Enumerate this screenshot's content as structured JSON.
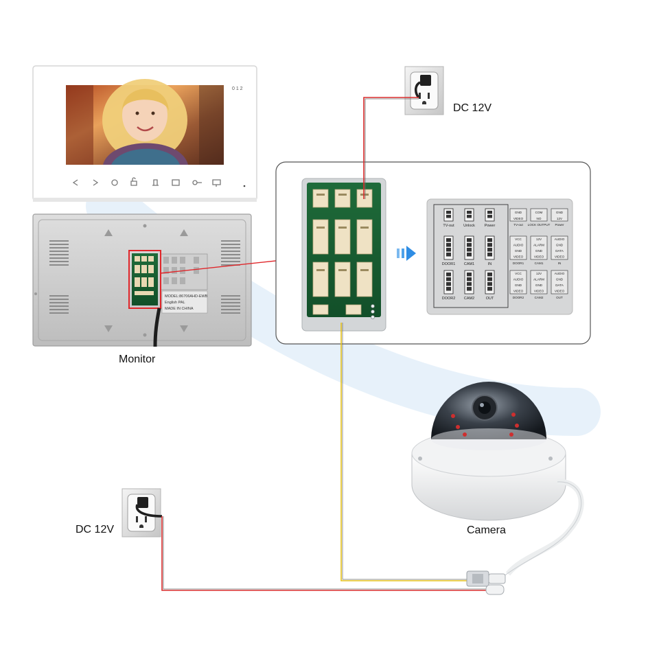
{
  "labels": {
    "monitor": "Monitor",
    "camera": "Camera",
    "power_top": "DC 12V",
    "power_bottom": "DC 12V"
  },
  "monitor_front": {
    "indicator": "0 1 2",
    "buttons": [
      "back-icon",
      "forward-icon",
      "settings-icon",
      "unlock-icon",
      "door-icon",
      "menu-icon",
      "key-icon",
      "monitor-icon"
    ]
  },
  "monitor_back": {
    "sticker_lines": [
      "MODEL:86706AHD-EWB",
      "English PAL",
      "MADE IN CHINA"
    ]
  },
  "connector_legend": {
    "rows": [
      {
        "left": [
          "TV-out",
          "Unlock",
          "Power"
        ],
        "right": [
          [
            "GND",
            "VIDEO"
          ],
          [
            "COM",
            "NO"
          ],
          [
            "GND",
            "12V"
          ]
        ],
        "right_captions": [
          "TV-out",
          "LOCK OUTPUT",
          "Power"
        ]
      },
      {
        "left": [
          "DOOR1",
          "CAM1",
          "IN"
        ],
        "right": [
          [
            "VCC",
            "AUDIO",
            "GND",
            "VIDEO"
          ],
          [
            "12V",
            "ALARM",
            "GND",
            "VIDEO"
          ],
          [
            "AUDIO",
            "GND",
            "DATA",
            "VIDEO"
          ]
        ],
        "right_captions": [
          "DOOR1",
          "CAM1",
          "IN"
        ]
      },
      {
        "left": [
          "DOOR2",
          "CAM2",
          "OUT"
        ],
        "right": [
          [
            "VCC",
            "AUDIO",
            "GND",
            "VIDEO"
          ],
          [
            "12V",
            "ALARM",
            "GND",
            "VIDEO"
          ],
          [
            "AUDIO",
            "GND",
            "DATA",
            "VIDEO"
          ]
        ],
        "right_captions": [
          "DOOR2",
          "CAM2",
          "OUT"
        ]
      }
    ]
  },
  "colors": {
    "power_wire": "#d92b2b",
    "video_wire": "#e8c31a",
    "highlight": "#e0262a",
    "arrow_blue": "#2f8de4"
  }
}
